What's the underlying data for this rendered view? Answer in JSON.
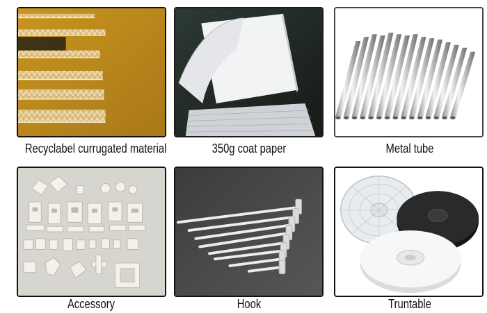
{
  "products": [
    {
      "caption": "Recyclabel currugated material",
      "image": "corrugated-cardboard"
    },
    {
      "caption": "350g coat paper",
      "image": "coated-paper-stack"
    },
    {
      "caption": "Metal tube",
      "image": "metal-tubes"
    },
    {
      "caption": "Accessory",
      "image": "plastic-accessories"
    },
    {
      "caption": "Hook",
      "image": "plastic-hooks"
    },
    {
      "caption": "Truntable",
      "image": "turntable-discs"
    }
  ]
}
